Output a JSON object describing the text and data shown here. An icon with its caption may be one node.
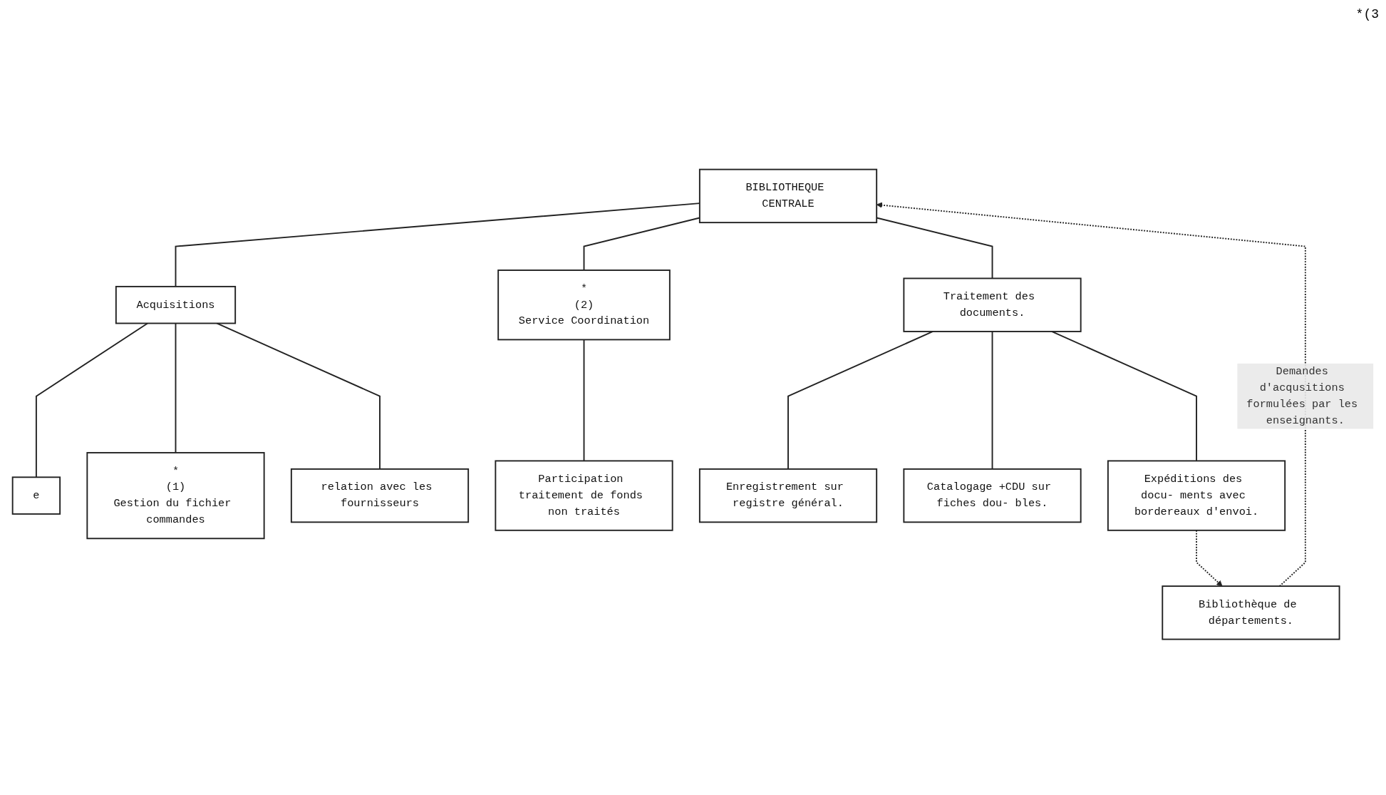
{
  "diagram": {
    "nodes": [
      {
        "text": [
          "BIBLIOTHEQUE CENTRALE"
        ]
      },
      {
        "text": [
          "Acquisitions"
        ]
      },
      {
        "text": [
          "*",
          "(2)",
          "Service Coordination"
        ]
      },
      {
        "text": [
          "e"
        ]
      },
      {
        "text": [
          "*",
          "(1)",
          "Gestion du fichier commandes"
        ]
      },
      {
        "text": [
          "relation avec les fournisseurs"
        ]
      },
      {
        "text": [
          "Participation traitement de fonds non traités"
        ]
      },
      {
        "text": [
          "Traitement des documents."
        ]
      },
      {
        "text": [
          "Enregistrement sur registre général."
        ]
      },
      {
        "text": [
          "Catalogage +CDU sur fiches dou- bles."
        ]
      },
      {
        "text": [
          "Expéditions des docu- ments avec bordereaux d'envoi."
        ]
      },
      {
        "text": [
          "Bibliothèque de départements."
        ]
      }
    ],
    "edges": [
      {
        "from": 0,
        "to": 1,
        "arrow": "none"
      },
      {
        "from": 0,
        "to": 7,
        "arrow": "none"
      },
      {
        "from": 0,
        "to": 2,
        "arrow": "none"
      },
      {
        "from": 1,
        "to": 3,
        "arrow": "none"
      },
      {
        "from": 1,
        "to": 4,
        "arrow": "none"
      },
      {
        "from": 1,
        "to": 5,
        "arrow": "none"
      },
      {
        "from": 2,
        "to": 6,
        "arrow": "none"
      },
      {
        "from": 7,
        "to": 8,
        "arrow": "none"
      },
      {
        "from": 7,
        "to": 9,
        "arrow": "none"
      },
      {
        "from": 7,
        "to": 10,
        "arrow": "none"
      },
      {
        "from": 10,
        "to": 11,
        "arrow": "to",
        "style": "dashed"
      },
      {
        "from": 11,
        "to": 0,
        "arrow": "to",
        "style": "dashed",
        "label": "Demandes d'acqusitions formulées par les enseignants."
      }
    ],
    "labels": [
      "*(3"
    ]
  }
}
